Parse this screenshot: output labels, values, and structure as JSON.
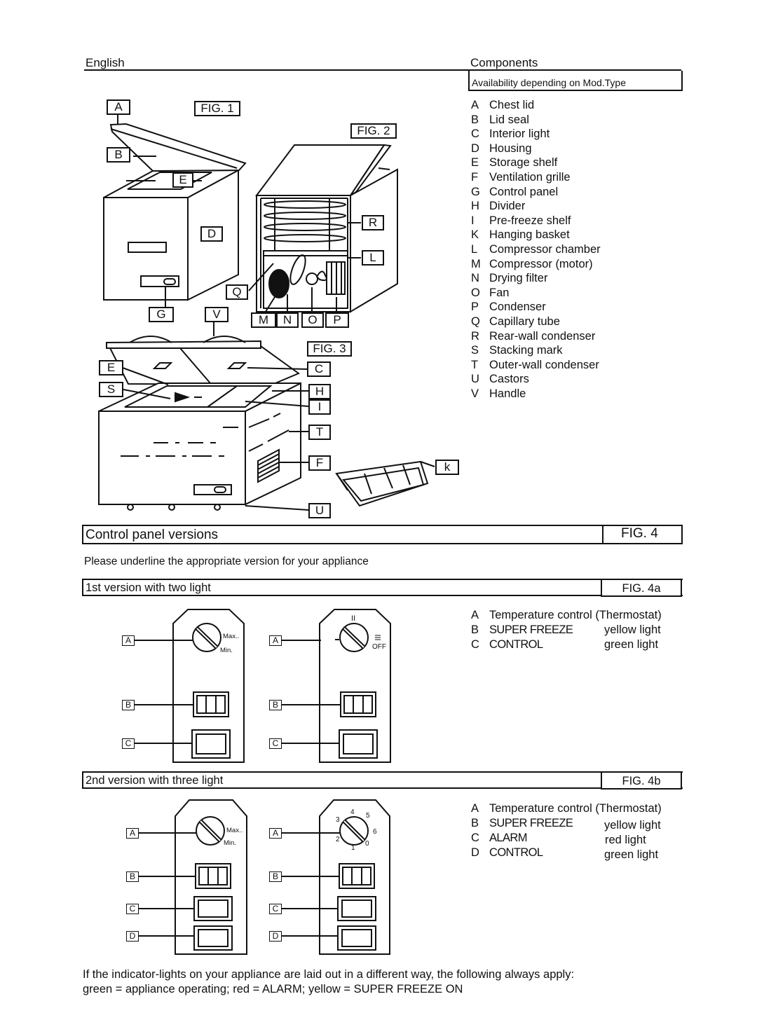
{
  "header": {
    "language": "English",
    "components_title": "Components",
    "availability_note": "Availability depending on Mod.Type"
  },
  "components": [
    {
      "letter": "A",
      "name": "Chest lid"
    },
    {
      "letter": "B",
      "name": "Lid seal"
    },
    {
      "letter": "C",
      "name": "Interior light"
    },
    {
      "letter": "D",
      "name": "Housing"
    },
    {
      "letter": "E",
      "name": "Storage shelf"
    },
    {
      "letter": "F",
      "name": "Ventilation grille"
    },
    {
      "letter": "G",
      "name": "Control panel"
    },
    {
      "letter": "H",
      "name": "Divider"
    },
    {
      "letter": "I",
      "name": "Pre-freeze shelf"
    },
    {
      "letter": "K",
      "name": "Hanging basket"
    },
    {
      "letter": "L",
      "name": "Compressor chamber"
    },
    {
      "letter": "M",
      "name": "Compressor (motor)"
    },
    {
      "letter": "N",
      "name": "Drying filter"
    },
    {
      "letter": "O",
      "name": "Fan"
    },
    {
      "letter": "P",
      "name": "Condenser"
    },
    {
      "letter": "Q",
      "name": "Capillary tube"
    },
    {
      "letter": "R",
      "name": "Rear-wall condenser"
    },
    {
      "letter": "S",
      "name": "Stacking mark"
    },
    {
      "letter": "T",
      "name": "Outer-wall condenser"
    },
    {
      "letter": "U",
      "name": "Castors"
    },
    {
      "letter": "V",
      "name": "Handle"
    }
  ],
  "figures": {
    "fig1": "FIG. 1",
    "fig2": "FIG. 2",
    "fig3": "FIG. 3",
    "fig4": "FIG. 4",
    "fig4a": "FIG. 4a",
    "fig4b": "FIG. 4b"
  },
  "diagram_labels": {
    "A": "A",
    "B": "B",
    "E": "E",
    "D": "D",
    "G": "G",
    "V": "V",
    "Q": "Q",
    "R": "R",
    "L": "L",
    "M": "M",
    "N": "N",
    "O": "O",
    "P": "P",
    "E2": "E",
    "S": "S",
    "C": "C",
    "H": "H",
    "I": "I",
    "T": "T",
    "F": "F",
    "U": "U",
    "k": "k"
  },
  "control_panel": {
    "title": "Control panel versions",
    "instruction": "Please underline the appropriate version for your appliance",
    "version1": {
      "title": "1st version with two light",
      "legend": [
        {
          "letter": "A",
          "text": "Temperature control (Thermostat)",
          "color": ""
        },
        {
          "letter": "B",
          "text": "SUPER FREEZE",
          "color": "yellow light"
        },
        {
          "letter": "C",
          "text": "CONTROL",
          "color": "green light"
        }
      ]
    },
    "version2": {
      "title": "2nd version with three light",
      "legend": [
        {
          "letter": "A",
          "text": "Temperature control (Thermostat)",
          "color": ""
        },
        {
          "letter": "B",
          "text": "SUPER FREEZE",
          "color": "yellow light"
        },
        {
          "letter": "C",
          "text": "ALARM",
          "color": "red light"
        },
        {
          "letter": "D",
          "text": "CONTROL",
          "color": "green light"
        }
      ]
    },
    "dial": {
      "max": "Max..",
      "min": "Min.",
      "two": "II",
      "off": "OFF",
      "n0": "0",
      "n1": "1",
      "n2": "2",
      "n3": "3",
      "n4": "4",
      "n5": "5",
      "n6": "6"
    },
    "panel_labels": {
      "A": "A",
      "B": "B",
      "C": "C",
      "D": "D"
    }
  },
  "footer": {
    "line1": "If the indicator-lights on your appliance are laid out in a different way, the following always apply:",
    "line2": "green = appliance operating; red = ALARM; yellow = SUPER FREEZE ON"
  }
}
